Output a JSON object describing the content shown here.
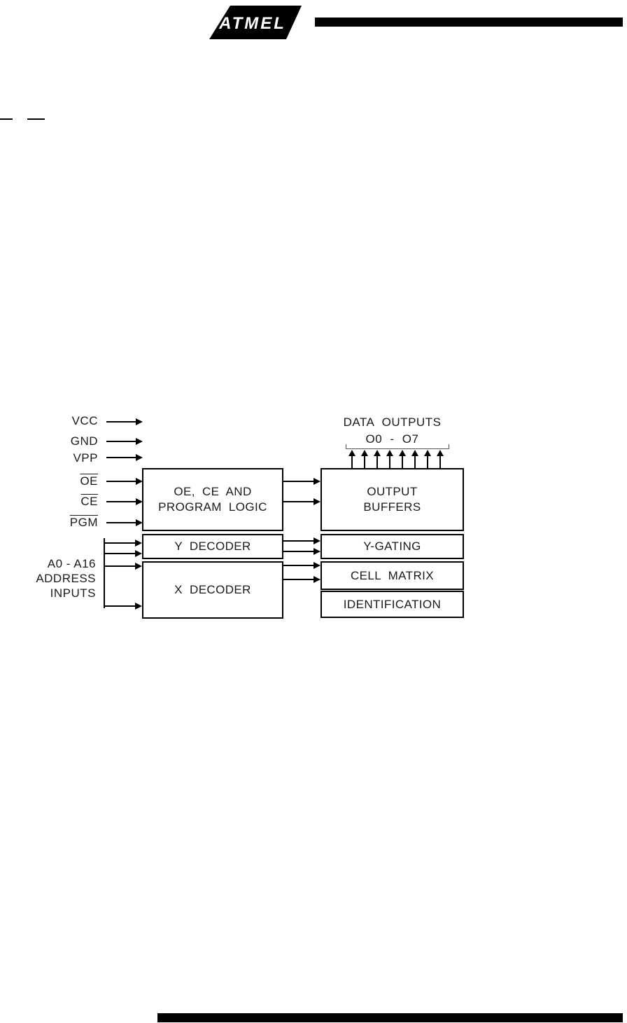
{
  "logo": {
    "text": "ATMEL"
  },
  "diagram": {
    "power_signals": {
      "vcc": "VCC",
      "gnd": "GND",
      "vpp": "VPP"
    },
    "control_signals": {
      "oe": "OE",
      "ce": "CE",
      "pgm": "PGM"
    },
    "address": {
      "line1": "A0 - A16",
      "line2": "ADDRESS",
      "line3": "INPUTS"
    },
    "blocks": {
      "logic_line1": "OE, CE AND",
      "logic_line2": "PROGRAM LOGIC",
      "y_decoder": "Y DECODER",
      "x_decoder": "X DECODER",
      "output_buffers_line1": "OUTPUT",
      "output_buffers_line2": "BUFFERS",
      "y_gating": "Y-GATING",
      "cell_matrix": "CELL MATRIX",
      "identification": "IDENTIFICATION"
    },
    "outputs": {
      "label": "DATA OUTPUTS",
      "range": "O0 - O7"
    }
  }
}
